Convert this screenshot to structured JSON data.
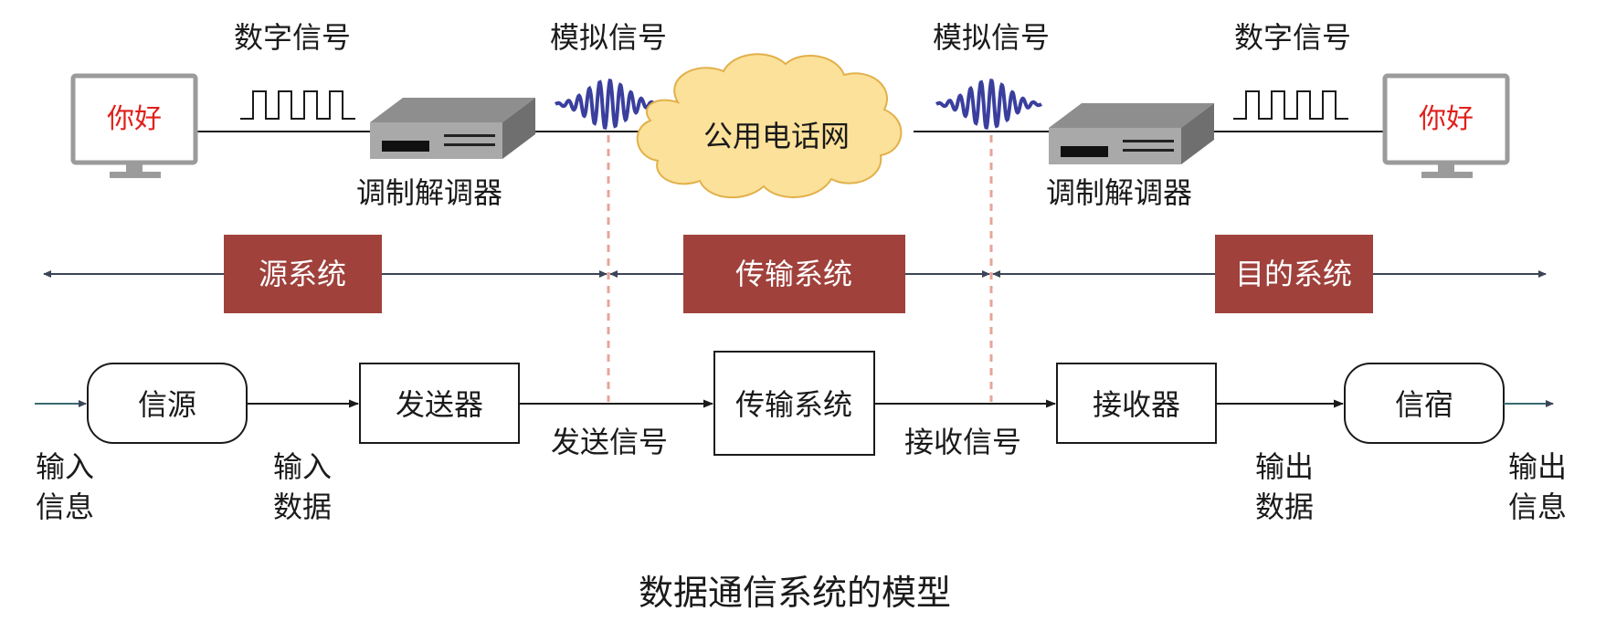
{
  "top": {
    "left_digital_signal": "数字信号",
    "left_analog_signal": "模拟信号",
    "right_analog_signal": "模拟信号",
    "right_digital_signal": "数字信号",
    "left_screen_text": "你好",
    "right_screen_text": "你好",
    "left_modem_label": "调制解调器",
    "right_modem_label": "调制解调器",
    "network_label": "公用电话网"
  },
  "systems": {
    "source": "源系统",
    "transmission": "传输系统",
    "destination": "目的系统"
  },
  "flow": {
    "source_box": "信源",
    "sender_box": "发送器",
    "transmission_box": "传输系统",
    "receiver_box": "接收器",
    "sink_box": "信宿",
    "input_info_1": "输入",
    "input_info_2": "信息",
    "input_data_1": "输入",
    "input_data_2": "数据",
    "send_signal": "发送信号",
    "receive_signal": "接收信号",
    "output_data_1": "输出",
    "output_data_2": "数据",
    "output_info_1": "输出",
    "output_info_2": "信息"
  },
  "caption": "数据通信系统的模型",
  "colors": {
    "system_box": "#a0413c",
    "wave": "#3a3f9e",
    "cloud_fill": "#fbe19a",
    "cloud_stroke": "#e2b04a",
    "dashed_divider": "#e6a59a",
    "arrow": "#3b4557"
  }
}
